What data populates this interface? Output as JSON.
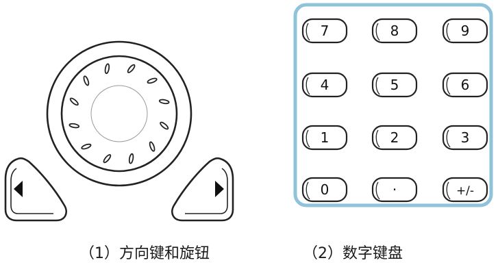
{
  "colors": {
    "panel_border": "#8fc3d9",
    "key_outline": "#222222",
    "arrow_fill": "#111111"
  },
  "knob": {
    "name_icon": "rotary-knob-icon",
    "left_key_icon": "left-arrow-icon",
    "right_key_icon": "right-arrow-icon"
  },
  "keypad": {
    "keys": [
      "7",
      "8",
      "9",
      "4",
      "5",
      "6",
      "1",
      "2",
      "3",
      "0",
      "·",
      "+/-"
    ]
  },
  "captions": {
    "left": "（1）方向键和旋钮",
    "right": "（2）数字键盘"
  }
}
